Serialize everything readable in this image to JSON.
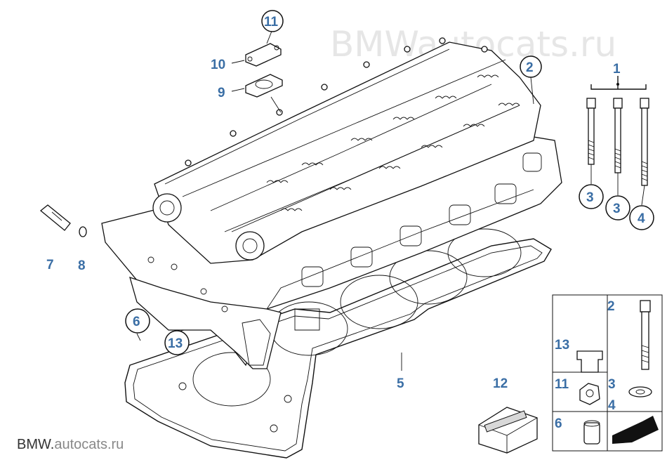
{
  "watermark": "BMWautocats.ru",
  "footer": {
    "brand": "BMW.",
    "domain": "autocats",
    "tld": ".ru"
  },
  "callouts": {
    "c1": "1",
    "c2": "2",
    "c2b": "2",
    "c3a": "3",
    "c3b": "3",
    "c3c": "3",
    "c4a": "4",
    "c4b": "4",
    "c5": "5",
    "c6": "6",
    "c6b": "6",
    "c7": "7",
    "c8": "8",
    "c9": "9",
    "c10": "10",
    "c11": "11",
    "c11b": "11",
    "c12": "12",
    "c13": "13",
    "c13b": "13"
  }
}
